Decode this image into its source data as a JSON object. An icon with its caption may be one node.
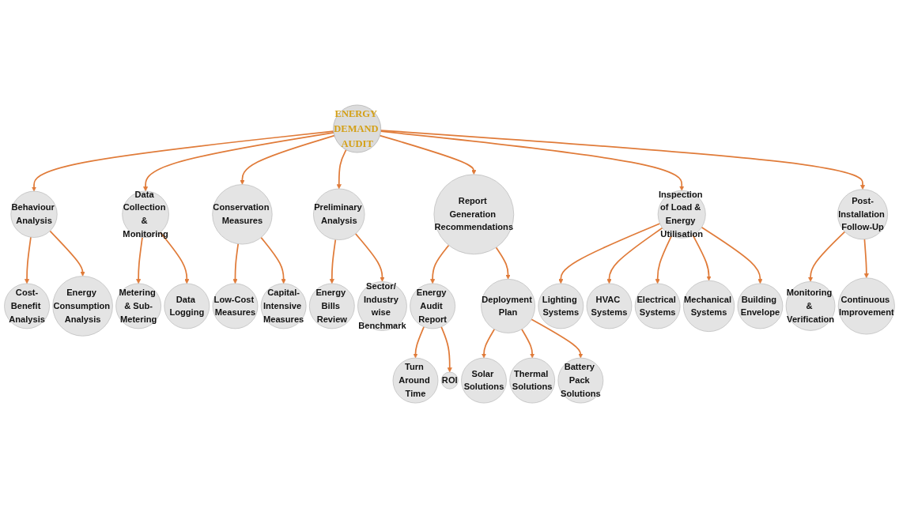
{
  "diagram": {
    "nodes": [
      {
        "text": [
          "ENERGY DEMAND AUDIT"
        ]
      },
      {
        "text": [
          "Behaviour Analysis"
        ]
      },
      {
        "text": [
          "Cost-Benefit Analysis"
        ]
      },
      {
        "text": [
          "Energy Consumption Analysis"
        ]
      },
      {
        "text": [
          "Data Collection & Monitoring"
        ]
      },
      {
        "text": [
          "Metering & Sub-Metering"
        ]
      },
      {
        "text": [
          "Data Logging"
        ]
      },
      {
        "text": [
          "Conservation Measures"
        ]
      },
      {
        "text": [
          "Low-Cost Measures"
        ]
      },
      {
        "text": [
          "Capital-Intensive Measures"
        ]
      },
      {
        "text": [
          "Preliminary Analysis"
        ]
      },
      {
        "text": [
          "Energy Bills Review"
        ]
      },
      {
        "text": [
          "Sector/ Industry wise Benchmark"
        ]
      },
      {
        "text": [
          "Report Generation Recommendations"
        ]
      },
      {
        "text": [
          "Energy Audit Report"
        ]
      },
      {
        "text": [
          "Turn Around Time"
        ]
      },
      {
        "text": [
          "ROI"
        ]
      },
      {
        "text": [
          "Deployment Plan"
        ]
      },
      {
        "text": [
          "Solar Solutions"
        ]
      },
      {
        "text": [
          "Thermal Solutions"
        ]
      },
      {
        "text": [
          "Battery Pack Solutions"
        ]
      },
      {
        "text": [
          "Inspection of Load & Energy Utilisation"
        ]
      },
      {
        "text": [
          "Lighting Systems"
        ]
      },
      {
        "text": [
          "HVAC Systems"
        ]
      },
      {
        "text": [
          "Electrical Systems"
        ]
      },
      {
        "text": [
          "Mechanical Systems"
        ]
      },
      {
        "text": [
          "Building Envelope"
        ]
      },
      {
        "text": [
          "Post-Installation Follow-Up"
        ]
      },
      {
        "text": [
          "Monitoring & Verification"
        ]
      },
      {
        "text": [
          "Continuous Improvement"
        ]
      }
    ],
    "edges": [
      {
        "from": 0,
        "to": 1,
        "arrow": "to"
      },
      {
        "from": 1,
        "to": 2,
        "arrow": "to"
      },
      {
        "from": 1,
        "to": 3,
        "arrow": "to"
      },
      {
        "from": 0,
        "to": 4,
        "arrow": "to"
      },
      {
        "from": 4,
        "to": 5,
        "arrow": "to"
      },
      {
        "from": 4,
        "to": 6,
        "arrow": "to"
      },
      {
        "from": 0,
        "to": 7,
        "arrow": "to"
      },
      {
        "from": 7,
        "to": 8,
        "arrow": "to"
      },
      {
        "from": 7,
        "to": 9,
        "arrow": "to"
      },
      {
        "from": 0,
        "to": 10,
        "arrow": "to"
      },
      {
        "from": 10,
        "to": 11,
        "arrow": "to"
      },
      {
        "from": 10,
        "to": 12,
        "arrow": "to"
      },
      {
        "from": 0,
        "to": 13,
        "arrow": "to"
      },
      {
        "from": 13,
        "to": 14,
        "arrow": "to"
      },
      {
        "from": 14,
        "to": 15,
        "arrow": "to"
      },
      {
        "from": 14,
        "to": 16,
        "arrow": "to"
      },
      {
        "from": 13,
        "to": 17,
        "arrow": "to"
      },
      {
        "from": 17,
        "to": 18,
        "arrow": "to"
      },
      {
        "from": 17,
        "to": 19,
        "arrow": "to"
      },
      {
        "from": 17,
        "to": 20,
        "arrow": "to"
      },
      {
        "from": 0,
        "to": 21,
        "arrow": "to"
      },
      {
        "from": 21,
        "to": 22,
        "arrow": "to"
      },
      {
        "from": 21,
        "to": 23,
        "arrow": "to"
      },
      {
        "from": 21,
        "to": 24,
        "arrow": "to"
      },
      {
        "from": 21,
        "to": 25,
        "arrow": "to"
      },
      {
        "from": 21,
        "to": 26,
        "arrow": "to"
      },
      {
        "from": 0,
        "to": 27,
        "arrow": "to"
      },
      {
        "from": 27,
        "to": 28,
        "arrow": "to"
      },
      {
        "from": 27,
        "to": 29,
        "arrow": "to"
      }
    ]
  }
}
